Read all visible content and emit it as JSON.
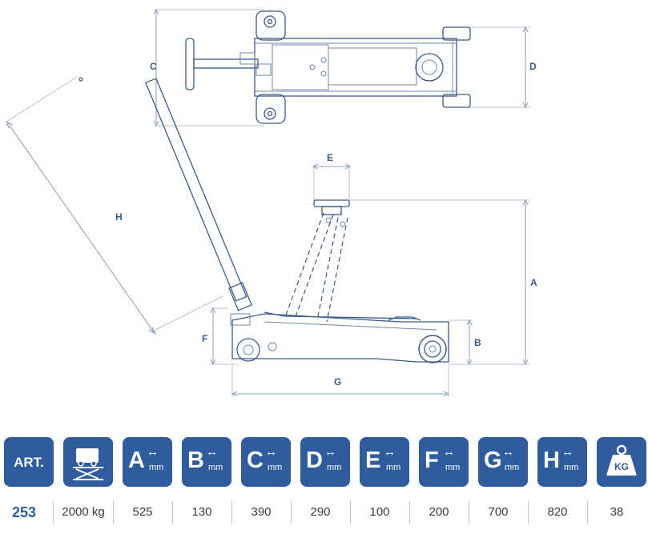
{
  "labels": {
    "A": "A",
    "B": "B",
    "C": "C",
    "D": "D",
    "E": "E",
    "F": "F",
    "G": "G",
    "H": "H"
  },
  "colors": {
    "tile_bg": "#2e5c9e",
    "line": "#3a5a8c",
    "dim": "#6f86ab"
  },
  "spec_headers": [
    {
      "icon": "art-label",
      "letter": "ART.",
      "unit": ""
    },
    {
      "icon": "lift-capacity-icon",
      "letter": "",
      "unit": ""
    },
    {
      "icon": "dimension-a-icon",
      "letter": "A",
      "unit": "mm"
    },
    {
      "icon": "dimension-b-icon",
      "letter": "B",
      "unit": "mm"
    },
    {
      "icon": "dimension-c-icon",
      "letter": "C",
      "unit": "mm"
    },
    {
      "icon": "dimension-d-icon",
      "letter": "D",
      "unit": "mm"
    },
    {
      "icon": "dimension-e-icon",
      "letter": "E",
      "unit": "mm"
    },
    {
      "icon": "dimension-f-icon",
      "letter": "F",
      "unit": "mm"
    },
    {
      "icon": "dimension-g-icon",
      "letter": "G",
      "unit": "mm"
    },
    {
      "icon": "dimension-h-icon",
      "letter": "H",
      "unit": "mm"
    },
    {
      "icon": "weight-kg-icon",
      "letter": "KG",
      "unit": ""
    }
  ],
  "spec_values": [
    "253",
    "2000 kg",
    "525",
    "130",
    "390",
    "290",
    "100",
    "200",
    "700",
    "820",
    "38"
  ]
}
